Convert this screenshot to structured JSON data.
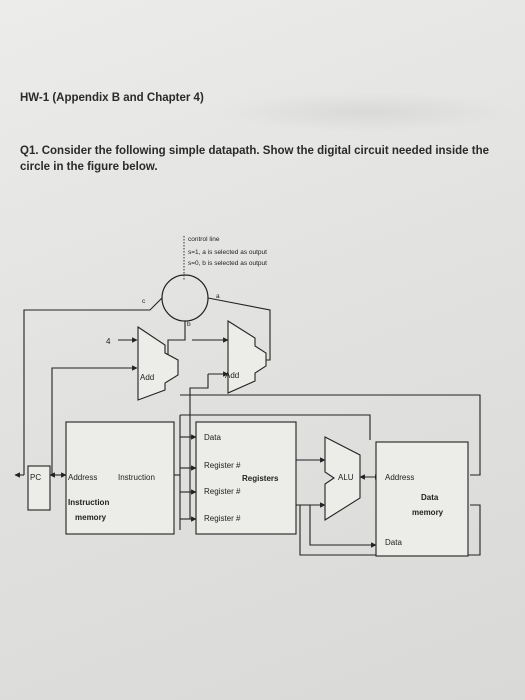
{
  "header": {
    "title": "HW-1 (Appendix B and Chapter 4)"
  },
  "question": {
    "text": "Q1.  Consider the following simple datapath. Show the digital circuit needed  inside the circle in the figure below."
  },
  "diagram": {
    "control": {
      "line1": "control line",
      "line2": "s=1, a is selected as output",
      "line3": "s=0, b is selected as output"
    },
    "labels": {
      "c": "c",
      "a": "a",
      "b": "b",
      "four": "4",
      "add_left": "Add",
      "add_right": "Add",
      "pc": "PC",
      "im_address": "Address",
      "im_instruction": "Instruction",
      "im_name1": "Instruction",
      "im_name2": "memory",
      "reg_data": "Data",
      "reg_r1": "Register #",
      "reg_name": "Registers",
      "reg_r2": "Register #",
      "reg_r3": "Register #",
      "alu": "ALU",
      "dm_address": "Address",
      "dm_name1": "Data",
      "dm_name2": "memory",
      "dm_data": "Data"
    }
  }
}
